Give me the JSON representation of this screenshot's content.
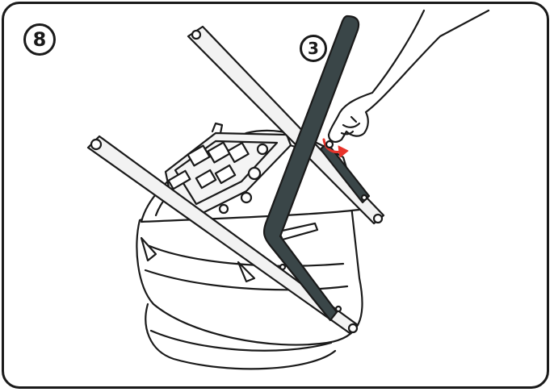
{
  "step": {
    "number": "8"
  },
  "callout": {
    "part_number": "3"
  },
  "colors": {
    "outline": "#1a1a1a",
    "frame_light": "#f2f2f2",
    "frame_dark": "#3a4648",
    "arrow": "#e8332a",
    "background": "#ffffff"
  },
  "icons": {
    "assembly": "stroller-frame-assembly-illustration",
    "hand": "hand-icon",
    "rotation": "rotate-arrow-icon"
  }
}
